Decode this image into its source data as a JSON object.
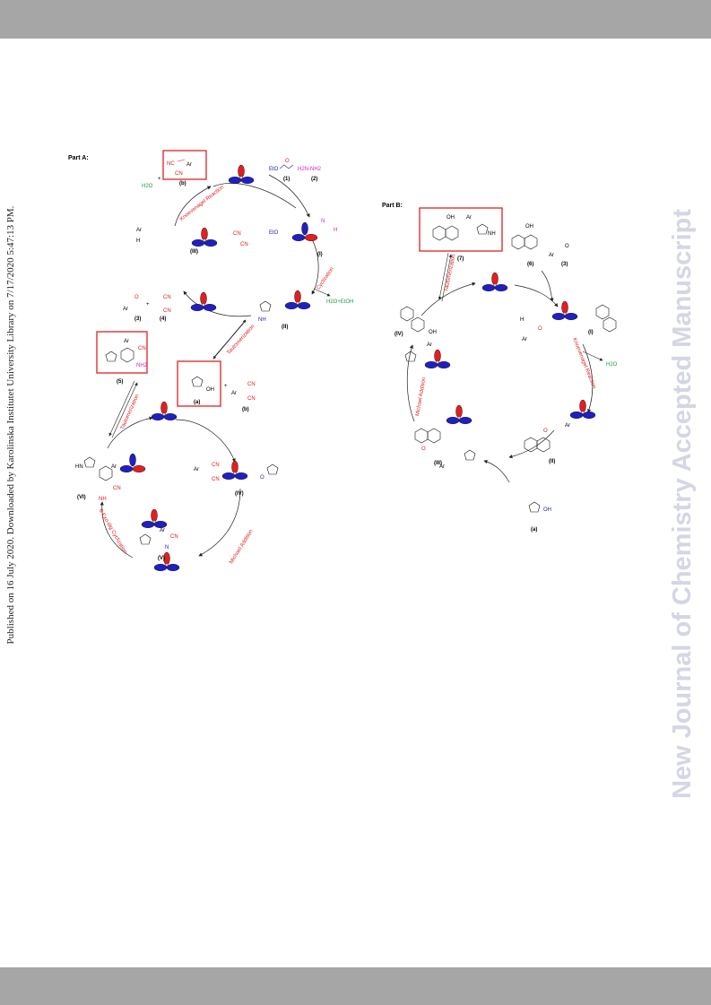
{
  "margin_text": "Published on 16 July 2020. Downloaded by Karolinska Institutet University Library on 7/17/2020 5:47:13 PM.",
  "watermark": "New Journal of Chemistry Accepted Manuscript",
  "partA": {
    "title": "Part A:",
    "reagents": {
      "water": "H2O",
      "plus": "+",
      "b": "(b)",
      "one": "(1)",
      "two": "(2)",
      "three": "(3)",
      "four": "(4)",
      "five": "(5)",
      "a": "(a)",
      "eto": "EtO",
      "ar": "Ar",
      "cn": "CN",
      "nc": "NC",
      "h2nnh2": "H2N-NH2",
      "h2o_etoh": "H2O+EtOH",
      "oh": "OH",
      "nh2": "NH2",
      "nh": "NH",
      "hn": "HN",
      "h": "H",
      "n": "N",
      "o": "O"
    },
    "steps": {
      "knoevenagel": "Knoevenagel Reaction",
      "cyclization_top": "Cyclization",
      "tautomerization_mid": "Tautomerization",
      "tautomerization_left": "Tautomerization",
      "michael": "Michael Addition",
      "six_exo_dig": "6-Exo-dig Cyclization"
    },
    "intermediates": [
      "(I)",
      "(II)",
      "(III)",
      "(IV)",
      "(V)",
      "(VI)"
    ]
  },
  "partB": {
    "title": "Part B:",
    "reagents": {
      "seven": "(7)",
      "six": "(6)",
      "three": "(3)",
      "a": "(a)",
      "h2o": "H2O",
      "ar": "Ar",
      "oh": "OH",
      "o": "O",
      "h": "H",
      "nh": "NH"
    },
    "steps": {
      "tautomerization": "Tautomerization",
      "knoevenagel": "Knoevenagel Reaction",
      "michael": "Michael Addition"
    },
    "intermediates": [
      "(I)",
      "(II)",
      "(III)",
      "(IV)"
    ]
  },
  "colors": {
    "bar": "#a6a6a6",
    "red": "#e02020",
    "blue": "#2020c0",
    "magenta": "#d020d0",
    "green": "#1a9a50",
    "watermark": "#d4d6e4"
  }
}
